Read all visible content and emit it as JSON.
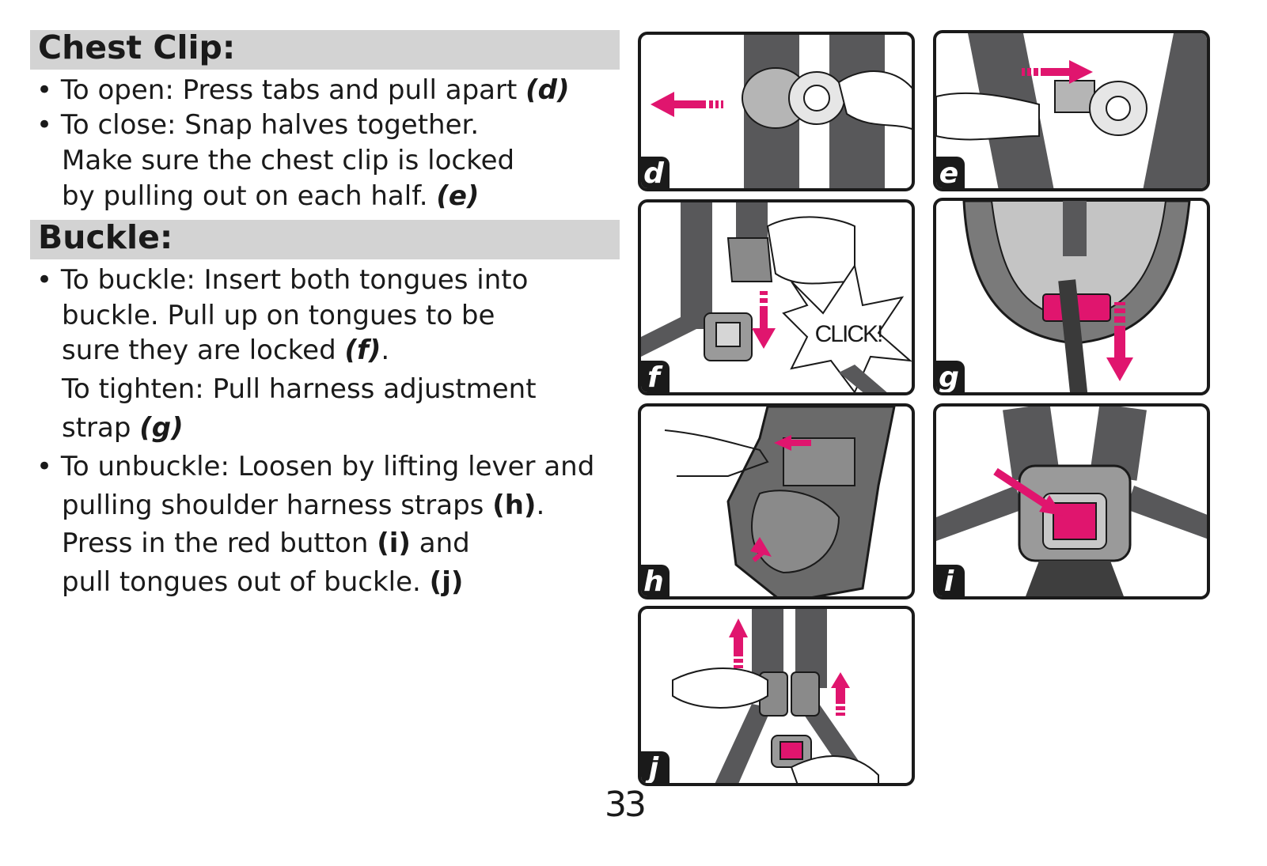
{
  "chest_clip": {
    "heading": "Chest Clip:",
    "lines": [
      {
        "bullet": "•",
        "text": "To open: Press tabs and pull apart",
        "ref": "(d)"
      },
      {
        "bullet": "•",
        "text": "To close: Snap halves together.",
        "ref": ""
      },
      {
        "bullet": "",
        "text": "Make sure the chest clip is locked",
        "ref": ""
      },
      {
        "bullet": "",
        "text": "by pulling out on each half.",
        "ref": "(e)"
      }
    ]
  },
  "buckle": {
    "heading": "Buckle:",
    "lines": [
      {
        "bullet": "•",
        "text": "To buckle: Insert both tongues into",
        "ref": ""
      },
      {
        "bullet": "",
        "text": "buckle. Pull up on tongues to be",
        "ref": ""
      },
      {
        "bullet": "",
        "text": "sure they are locked",
        "ref": "(f)",
        "after": "."
      },
      {
        "bullet": "",
        "text": "To tighten: Pull harness adjustment",
        "ref": ""
      },
      {
        "bullet": "",
        "text": "strap",
        "ref": "(g)"
      },
      {
        "bullet": "•",
        "text": "To unbuckle: Loosen by lifting lever and",
        "ref": ""
      },
      {
        "bullet": "",
        "text": "pulling shoulder harness straps",
        "ref": "(h)",
        "after": "."
      },
      {
        "bullet": "",
        "text": "Press in the red button",
        "ref": "(i)",
        "after": " and"
      },
      {
        "bullet": "",
        "text": "pull tongues out of buckle.",
        "ref": "(j)"
      }
    ]
  },
  "panels": {
    "d": {
      "label": "d"
    },
    "e": {
      "label": "e"
    },
    "f": {
      "label": "f",
      "callout": "CLICK!"
    },
    "g": {
      "label": "g"
    },
    "h": {
      "label": "h"
    },
    "i": {
      "label": "i"
    },
    "j": {
      "label": "j"
    }
  },
  "page_number": "33",
  "colors": {
    "accent": "#e0156e",
    "strap": "#58585a",
    "heading_bg": "#d3d3d3",
    "ink": "#1a1a1a"
  }
}
